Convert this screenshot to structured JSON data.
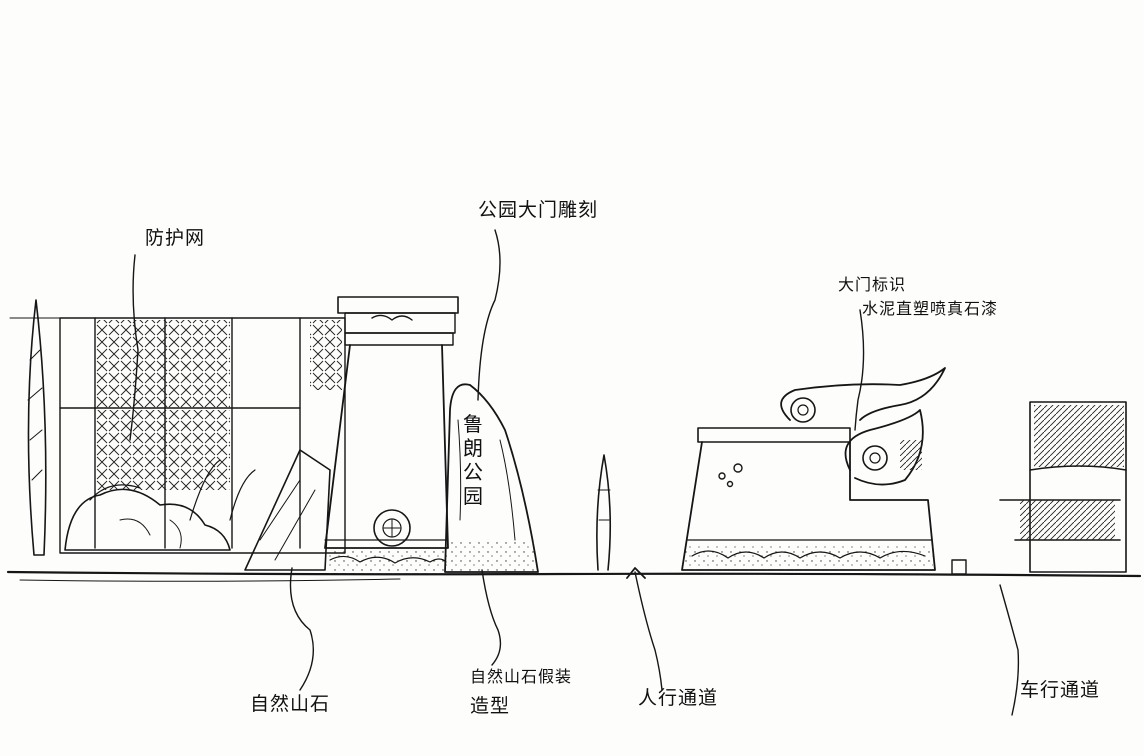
{
  "labels": {
    "fence": "防护网",
    "gate_carving": "公园大门雕刻",
    "gate_sign_line1": "大门标识",
    "gate_sign_line2": "水泥直塑喷真石漆",
    "natural_stone": "自然山石",
    "rock_shape_line1": "自然山石假装",
    "rock_shape_line2": "造型",
    "sidewalk": "人行通道",
    "roadway": "车行通道",
    "carved_text": "鲁朗公园"
  },
  "colors": {
    "ink": "#161616",
    "paper": "#fdfdfc"
  }
}
